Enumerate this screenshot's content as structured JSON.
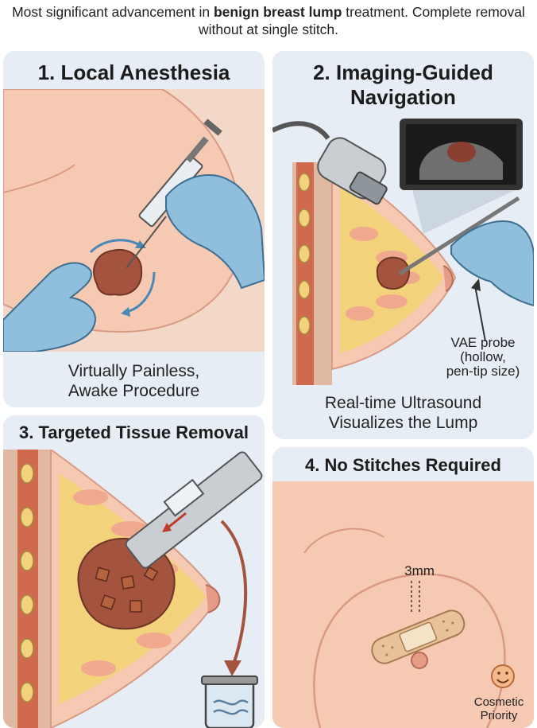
{
  "header": {
    "prefix": "Most significant advancement in ",
    "bold": "benign breast lump",
    "suffix": " treatment. Complete removal without at single stitch."
  },
  "panels": [
    {
      "title": "1. Local Anesthesia",
      "caption_line1": "Virtually Painless,",
      "caption_line2": "Awake Procedure"
    },
    {
      "title_line1": "2. Imaging-Guided",
      "title_line2": "Navigation",
      "caption_line1": "Real-time Ultrasound",
      "caption_line2": "Visualizes the Lump",
      "probe_label_line1": "VAE probe",
      "probe_label_line2": "(hollow,",
      "probe_label_line3": "pen-tip size)"
    },
    {
      "title": "3. Targeted Tissue Removal"
    },
    {
      "title": "4. No Stitches Required",
      "measure_label": "3mm",
      "cosmetic_line1": "Cosmetic",
      "cosmetic_line2": "Priority"
    }
  ],
  "colors": {
    "panel_bg": "#e6edf4",
    "skin": "#f6c9b3",
    "lump": "#a4533f",
    "glove": "#8fbfdc",
    "tissue": "#f2d27a"
  },
  "icons": [
    "syringe-icon",
    "gloved-hand-icon",
    "ultrasound-probe-icon",
    "monitor-icon",
    "suction-probe-icon",
    "collection-canister-icon",
    "bandage-icon",
    "smiley-icon"
  ]
}
